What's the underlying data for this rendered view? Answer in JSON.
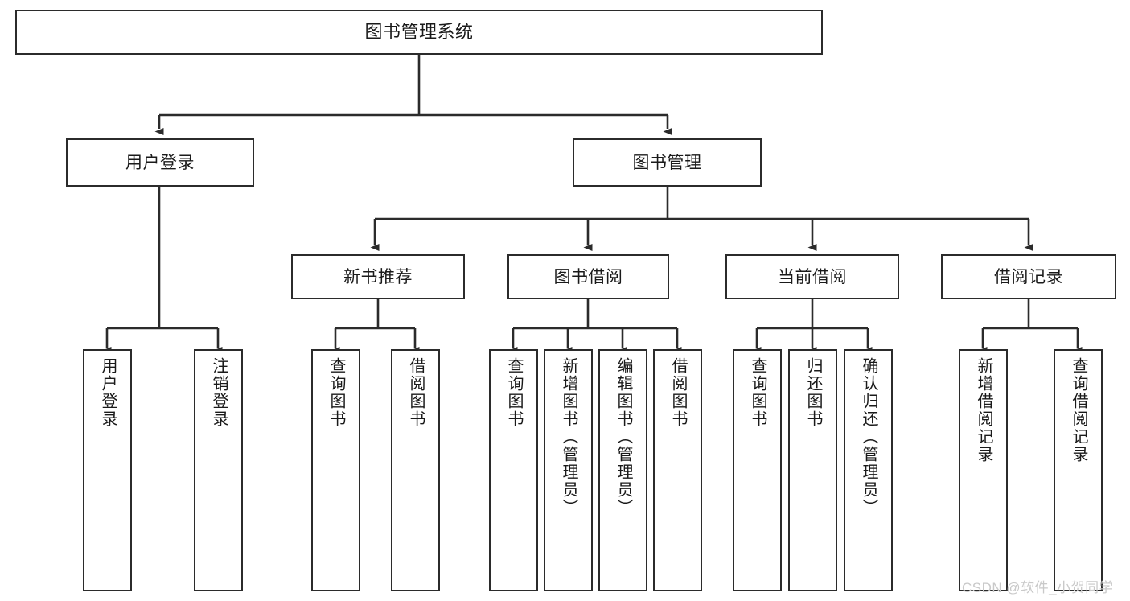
{
  "diagram": {
    "title": "图书管理系统",
    "type": "tree-hierarchy-chart",
    "watermark": "CSDN @软件_小贺同学",
    "colors": {
      "background": "#ffffff",
      "node_border": "#2b2b2b",
      "node_fill": "#ffffff",
      "edge": "#2b2b2b",
      "text": "#1a1a1a",
      "watermark": "#c9c9c9"
    },
    "root": {
      "label": "图书管理系统"
    },
    "level2": [
      {
        "label": "用户登录"
      },
      {
        "label": "图书管理"
      }
    ],
    "level3": [
      {
        "label": "新书推荐"
      },
      {
        "label": "图书借阅"
      },
      {
        "label": "当前借阅"
      },
      {
        "label": "借阅记录"
      }
    ],
    "leaves": {
      "user_login": [
        {
          "label": "用户登录"
        },
        {
          "label": "注销登录"
        }
      ],
      "new_book_recommend": [
        {
          "label": "查询图书"
        },
        {
          "label": "借阅图书"
        }
      ],
      "book_borrow": [
        {
          "label": "查询图书"
        },
        {
          "label": "新增图书（管理员）"
        },
        {
          "label": "编辑图书（管理员）"
        },
        {
          "label": "借阅图书"
        }
      ],
      "current_borrow": [
        {
          "label": "查询图书"
        },
        {
          "label": "归还图书"
        },
        {
          "label": "确认归还（管理员）"
        }
      ],
      "borrow_record": [
        {
          "label": "新增借阅记录"
        },
        {
          "label": "查询借阅记录"
        }
      ]
    }
  }
}
